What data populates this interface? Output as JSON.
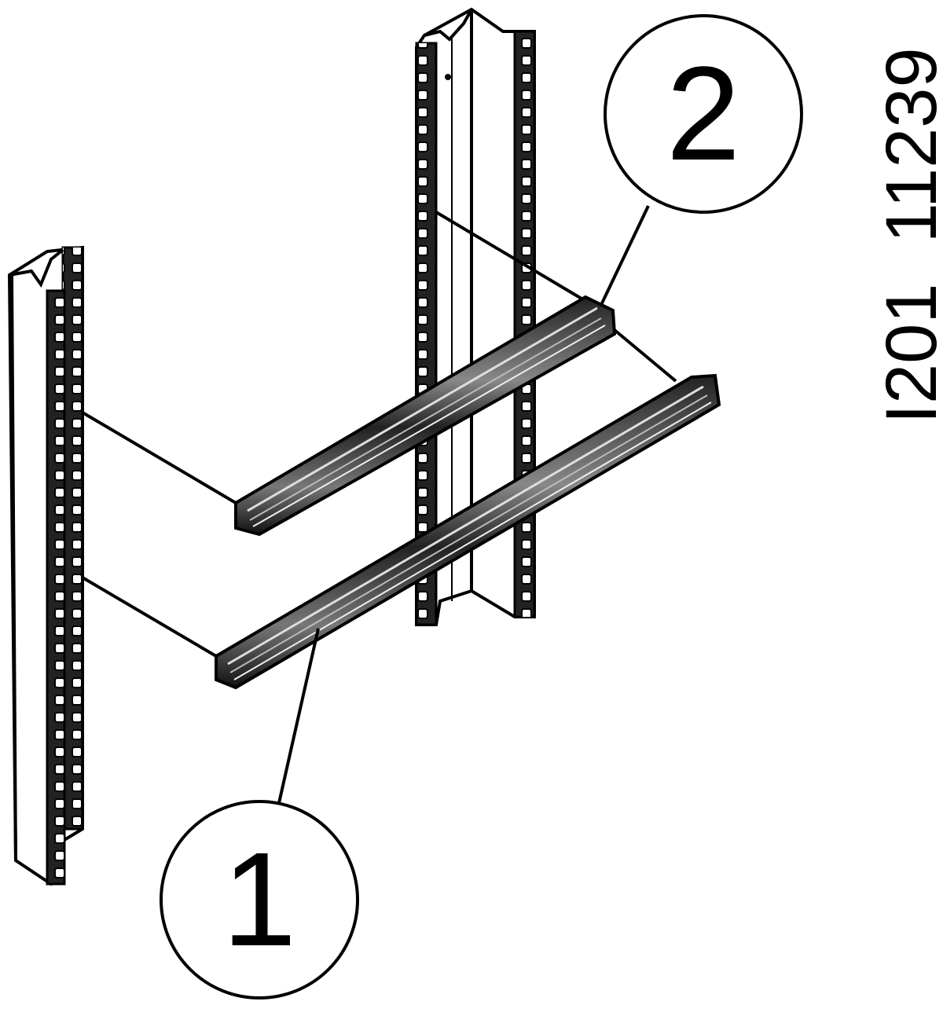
{
  "figure_id": "I201_11239",
  "callouts": [
    {
      "label": "1",
      "part": "rail-lower"
    },
    {
      "label": "2",
      "part": "rail-upper"
    }
  ],
  "colors": {
    "line": "#000000",
    "background": "#ffffff",
    "metal_shade": "#555555"
  }
}
